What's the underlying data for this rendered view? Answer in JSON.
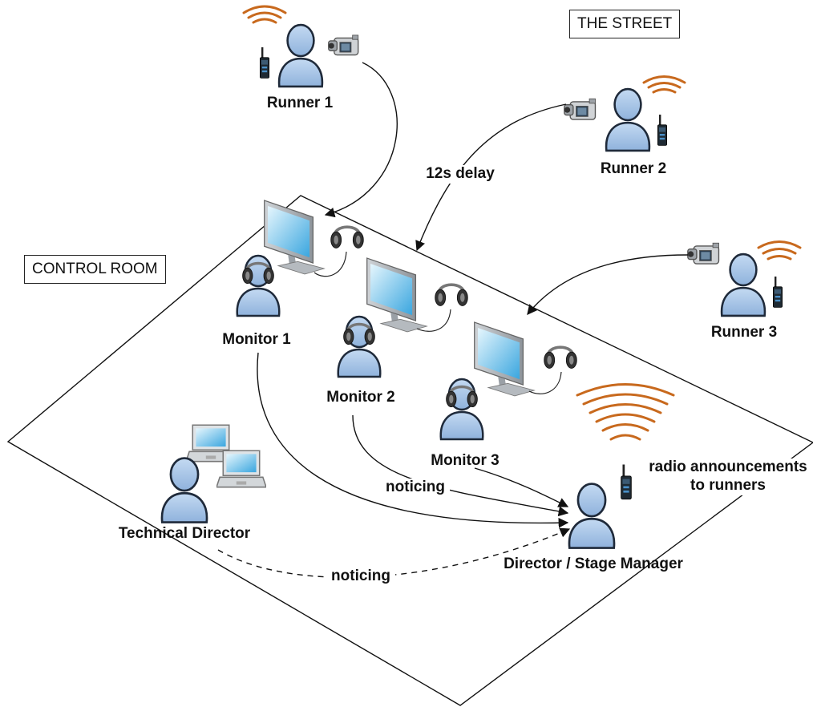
{
  "zones": {
    "street": "THE STREET",
    "control_room": "CONTROL ROOM"
  },
  "runners": [
    {
      "label": "Runner 1"
    },
    {
      "label": "Runner 2"
    },
    {
      "label": "Runner 3"
    }
  ],
  "monitors": [
    {
      "label": "Monitor 1"
    },
    {
      "label": "Monitor 2"
    },
    {
      "label": "Monitor 3"
    }
  ],
  "roles": {
    "technical_director": "Technical Director",
    "director": "Director / Stage Manager"
  },
  "annotations": {
    "delay": "12s delay",
    "noticing_solid": "noticing",
    "noticing_dashed": "noticing",
    "radio_line1": "radio announcements",
    "radio_line2": "to runners"
  },
  "colors": {
    "person_fill": "#a9c6e8",
    "person_stroke": "#1f2a3a",
    "signal": "#c8691d",
    "screen": "#5ab8e6",
    "line": "#111111"
  },
  "icons": [
    "person-icon",
    "video-camera-icon",
    "walkie-talkie-icon",
    "radio-waves-icon",
    "monitor-icon",
    "headphones-icon",
    "laptop-icon"
  ]
}
